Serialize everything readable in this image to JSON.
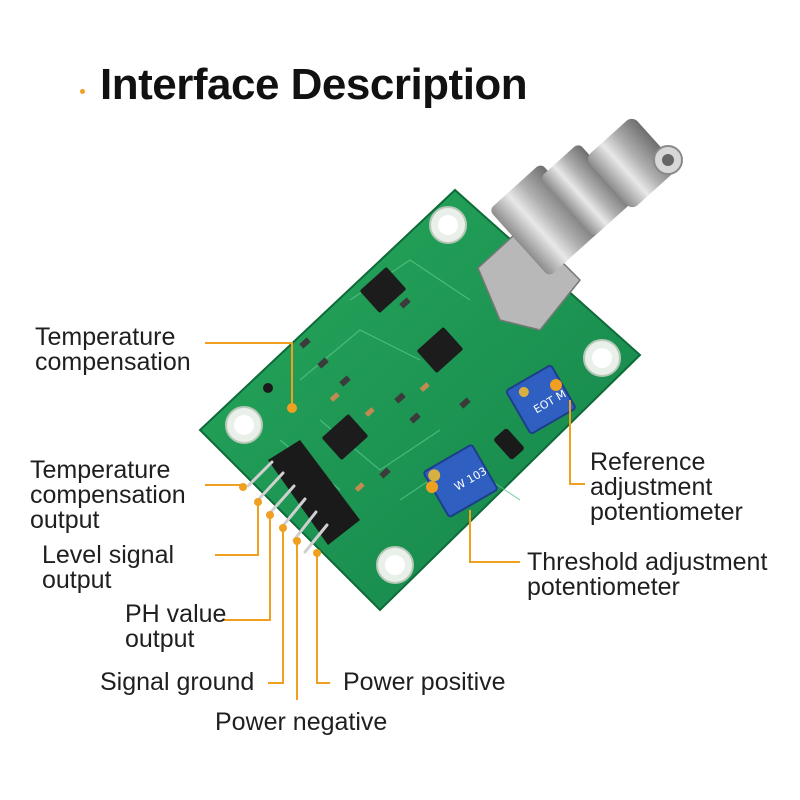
{
  "title": "Interface Description",
  "accent_color": "#f0a020",
  "board_color": "#1f9a55",
  "potentiometer_color": "#2f5fc0",
  "labels": {
    "temp_comp": [
      "Temperature",
      "compensation"
    ],
    "temp_comp_out": [
      "Temperature",
      "compensation",
      "output"
    ],
    "level_signal": [
      "Level signal",
      "output"
    ],
    "ph_value": [
      "PH value",
      "output"
    ],
    "signal_ground": "Signal ground",
    "power_negative": "Power negative",
    "power_positive": "Power positive",
    "reference_pot": [
      "Reference",
      "adjustment",
      "potentiometer"
    ],
    "threshold_pot": [
      "Threshold adjustment",
      "potentiometer"
    ]
  },
  "components": {
    "pot_ref_marking": "EOT M",
    "pot_thr_marking": "W 103"
  }
}
